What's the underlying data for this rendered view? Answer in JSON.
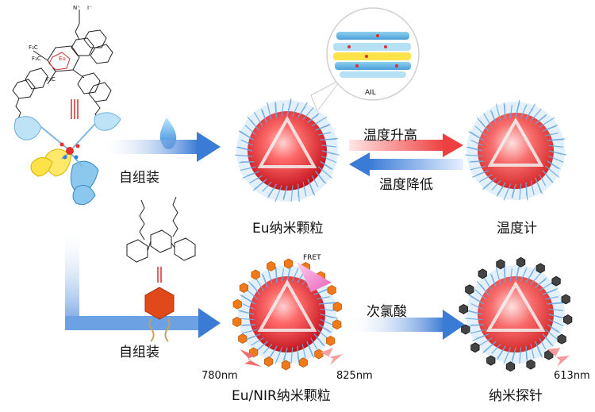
{
  "labels": {
    "self_assembly_top": "自组装",
    "self_assembly_bottom": "自组装",
    "eu_nanoparticle": "Eu纳米颗粒",
    "thermometer": "温度计",
    "eu_nir_nanoparticle": "Eu/NIR纳米颗粒",
    "nanoprobe": "纳米探针",
    "temp_rise": "温度升高",
    "temp_fall": "温度降低",
    "hypochlorous_acid": "次氯酸",
    "ail": "AIL",
    "fret": "FRET",
    "excitation_nm": "780nm",
    "emission_nm": "825nm",
    "eu_emission_nm": "613nm",
    "chem_eu": "Eu",
    "chem_cf3_a": "F₃C",
    "chem_cf3_b": "F₃C",
    "chem_cf3_c": "F₃C",
    "chem_n_plus": "N⁺",
    "chem_iodide": "I⁻"
  },
  "colors": {
    "arrow_blue": "#3f7fd6",
    "arrow_red": "#f05050",
    "particle_red": "#e8303a",
    "ligand_blue": "#7fb3e6",
    "hex_orange": "#ef7a1a",
    "hex_dark": "#3a3a3a",
    "fret_pink": "#ef6fbf"
  }
}
